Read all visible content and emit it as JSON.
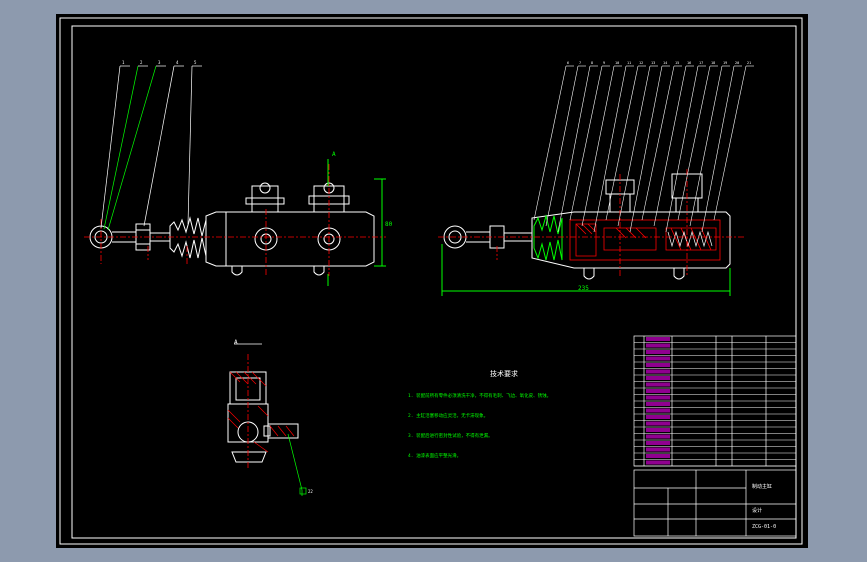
{
  "drawing": {
    "background": "#000000",
    "frame_color": "#ffffff",
    "line_color": "#ffffff",
    "dimension_color": "#00ff00",
    "hidden_color": "#ff0000",
    "leader_color": "#00ff00",
    "view_label_main": "A",
    "section_label": "A",
    "dim_length": "235",
    "dim_height": "80",
    "notes_title": "技术要求",
    "notes": [
      "1. 装配前所有零件必须清洗干净，不得有毛刺、飞边、氧化皮、锈蚀。",
      "2. 主缸活塞移动应灵活，无卡滞现象。",
      "3. 装配后进行密封性试验，不得有泄漏。",
      "4. 油漆表面应平整光滑。"
    ],
    "title_block": {
      "drawing_no": "ZCG-01-0",
      "company_line": "制动主缸",
      "school_line": "设计"
    }
  },
  "callouts_left": [
    "1",
    "2",
    "3",
    "4",
    "5"
  ],
  "callouts_right": [
    "6",
    "7",
    "8",
    "9",
    "10",
    "11",
    "12",
    "13",
    "14",
    "15",
    "16",
    "17",
    "18",
    "19",
    "20",
    "21"
  ],
  "callout_bottom": "22"
}
